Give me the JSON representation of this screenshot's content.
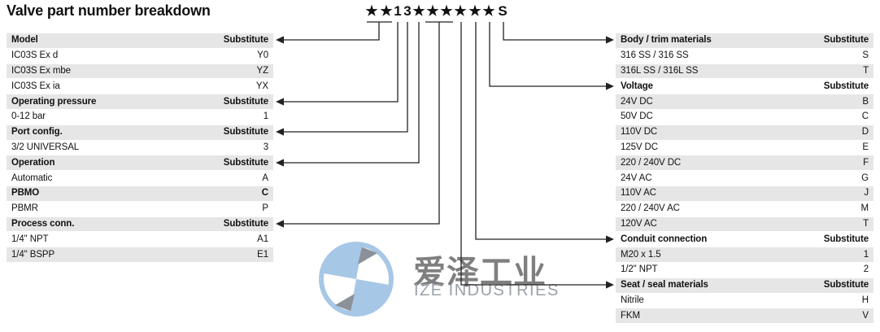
{
  "title": "Valve part number breakdown",
  "part_number": {
    "display": "★★13★★★★★★S",
    "chars": [
      "★",
      "★",
      "1",
      "3",
      "★",
      "★",
      "★",
      "★",
      "★",
      "★",
      "S"
    ]
  },
  "left_table": {
    "rows": [
      {
        "label": "Model",
        "value": "Substitute",
        "header": true
      },
      {
        "label": "IC03S Ex d",
        "value": "Y0"
      },
      {
        "label": "IC03S Ex mbe",
        "value": "YZ"
      },
      {
        "label": "IC03S Ex ia",
        "value": "YX"
      },
      {
        "label": "Operating pressure",
        "value": "Substitute",
        "header": true
      },
      {
        "label": "0-12 bar",
        "value": "1"
      },
      {
        "label": "Port config.",
        "value": "Substitute",
        "header": true
      },
      {
        "label": "3/2 UNIVERSAL",
        "value": "3"
      },
      {
        "label": "Operation",
        "value": "Substitute",
        "header": true
      },
      {
        "label": "Automatic",
        "value": "A"
      },
      {
        "label": "PBMO",
        "value": "C",
        "bold": true
      },
      {
        "label": "PBMR",
        "value": "P"
      },
      {
        "label": "Process conn.",
        "value": "Substitute",
        "header": true
      },
      {
        "label": "1/4\" NPT",
        "value": "A1"
      },
      {
        "label": "1/4\" BSPP",
        "value": "E1"
      }
    ]
  },
  "right_table": {
    "rows": [
      {
        "label": "Body / trim materials",
        "value": "Substitute",
        "header": true
      },
      {
        "label": "316 SS / 316 SS",
        "value": "S"
      },
      {
        "label": "316L SS / 316L SS",
        "value": "T"
      },
      {
        "label": "Voltage",
        "value": "Substitute",
        "header": true
      },
      {
        "label": "24V DC",
        "value": "B"
      },
      {
        "label": "50V DC",
        "value": "C"
      },
      {
        "label": "110V DC",
        "value": "D"
      },
      {
        "label": "125V DC",
        "value": "E"
      },
      {
        "label": "220 / 240V DC",
        "value": "F"
      },
      {
        "label": "24V AC",
        "value": "G"
      },
      {
        "label": "110V AC",
        "value": "J"
      },
      {
        "label": "220 / 240V AC",
        "value": "M"
      },
      {
        "label": "120V AC",
        "value": "T"
      },
      {
        "label": "Conduit connection",
        "value": "Substitute",
        "header": true
      },
      {
        "label": "M20 x 1.5",
        "value": "1"
      },
      {
        "label": "1/2\" NPT",
        "value": "2"
      },
      {
        "label": "Seat / seal materials",
        "value": "Substitute",
        "header": true
      },
      {
        "label": "Nitrile",
        "value": "H"
      },
      {
        "label": "FKM",
        "value": "V"
      }
    ]
  },
  "watermark": {
    "cn_text": "爱泽工业",
    "en_text": "IZE INDUSTRIES",
    "logo_icon": "ize-pinwheel-logo",
    "logo_color": "#a7c7e6",
    "cn_color": "#7f7f7f",
    "en_color": "#9aa1a8"
  },
  "colors": {
    "row_gray": "#e6e6e6",
    "row_white": "#ffffff",
    "line": "#222222",
    "text": "#111111"
  }
}
